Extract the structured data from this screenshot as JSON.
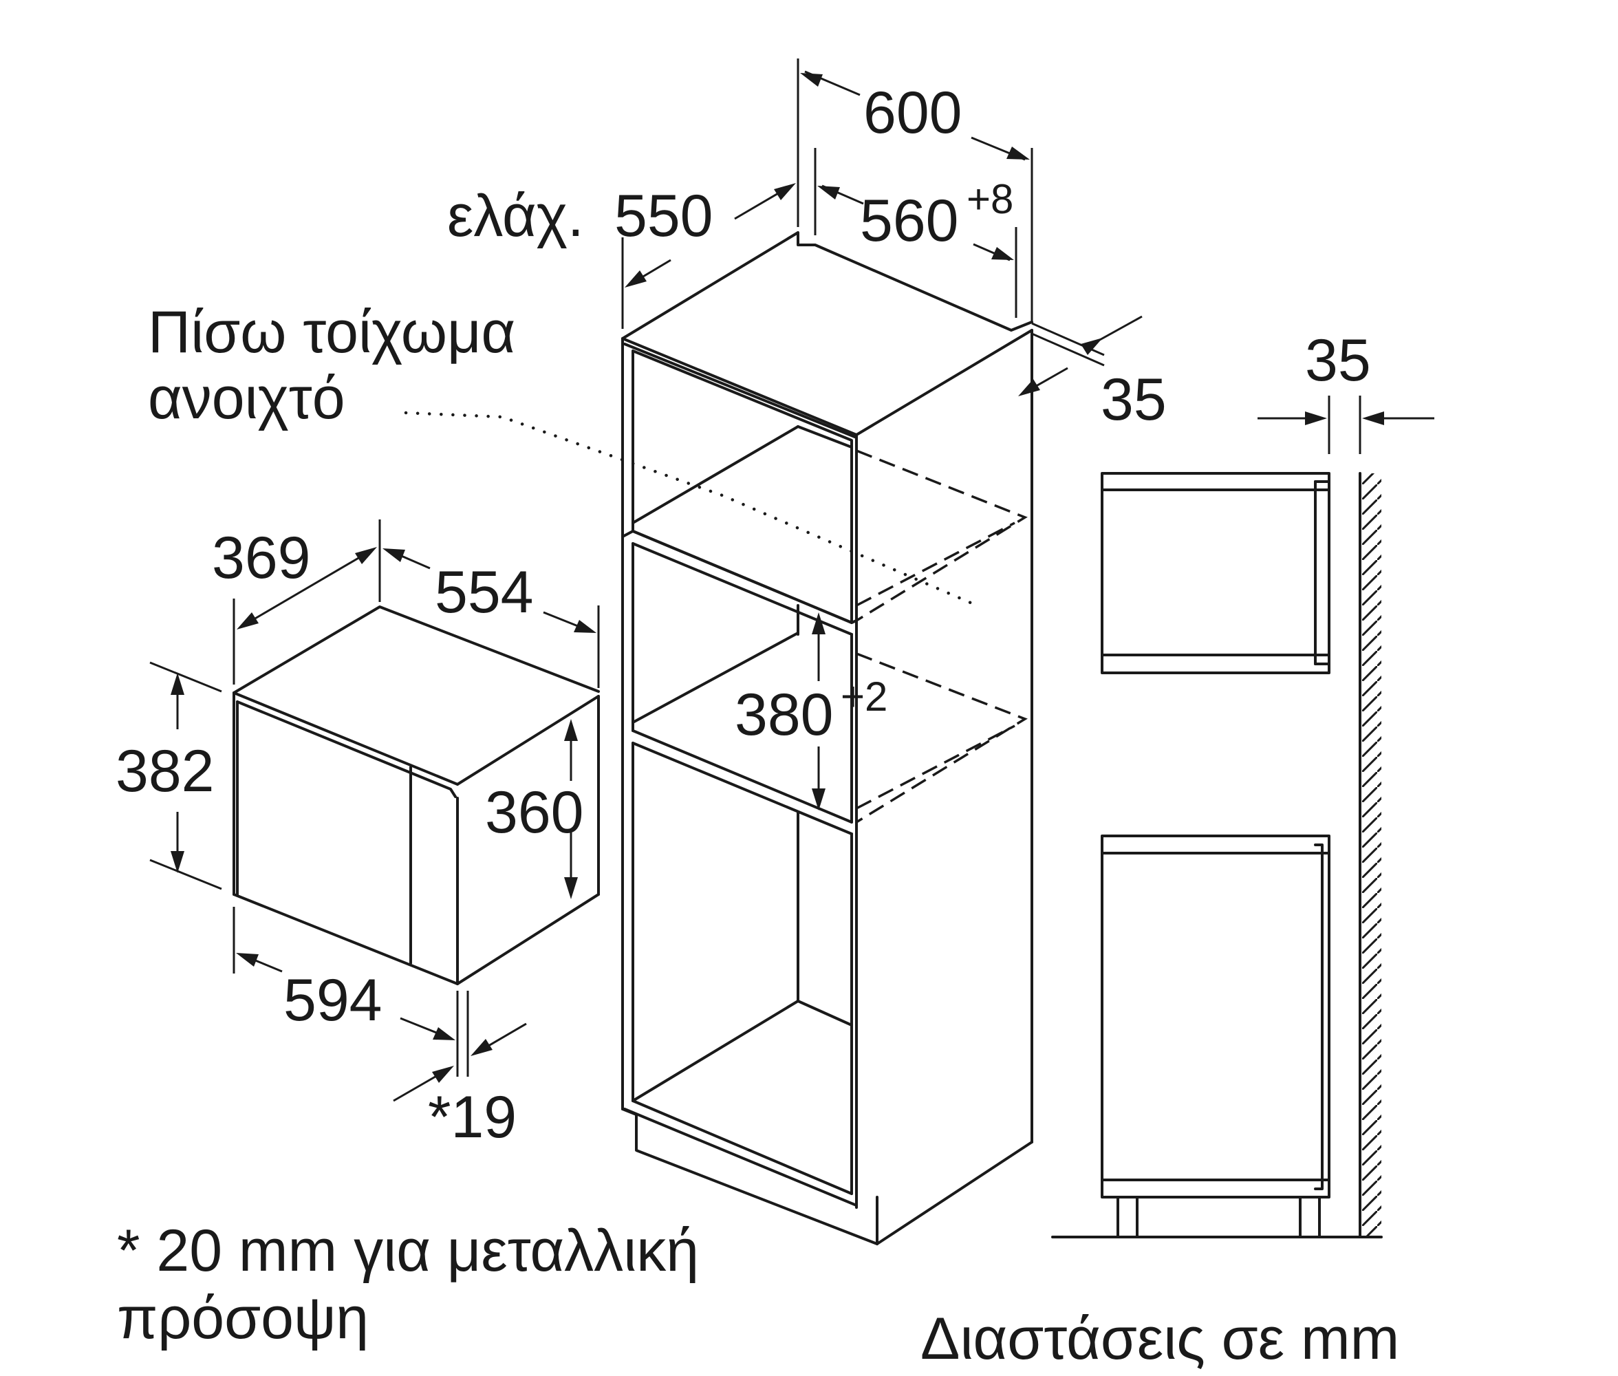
{
  "labels": {
    "d600": "600",
    "min_prefix": "ελάχ.",
    "d550": "550",
    "d560": "560",
    "d560_tol": "+8",
    "rear_wall_line1": "Πίσω τοίχωμα",
    "rear_wall_line2": "ανοιχτό",
    "d35_cabinet": "35",
    "d35_side": "35",
    "d369": "369",
    "d554": "554",
    "d382": "382",
    "d360": "360",
    "d380": "380",
    "d380_tol": "+2",
    "d594": "594",
    "d19": "*19",
    "footnote_line1": "* 20 mm για μεταλλική",
    "footnote_line2": "πρόσοψη",
    "units_caption": "Διαστάσεις σε mm"
  }
}
